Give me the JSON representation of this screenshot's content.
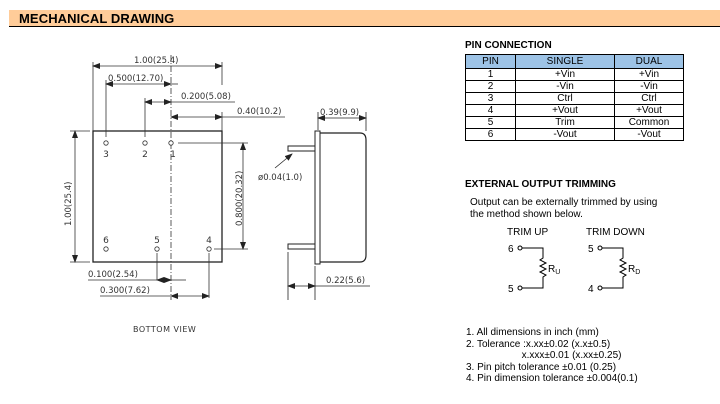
{
  "header": {
    "title": "MECHANICAL DRAWING"
  },
  "drawing": {
    "dims": {
      "width_total": "1.00(25.4)",
      "pin_span_3_1": "0.500(12.70)",
      "pin_span_2_1": "0.200(5.08)",
      "pin1_to_edge": "0.40(10.2)",
      "height_side": "0.39(9.9)",
      "height_total": "1.00(25.4)",
      "pin_row_spacing": "0.800(20.32)",
      "pin_diameter": "ø0.04(1.0)",
      "pin_length": "0.22(5.6)",
      "pin_span_5_center": "0.100(2.54)",
      "pin_span_center_4": "0.300(7.62)"
    },
    "pin_labels": [
      "1",
      "2",
      "3",
      "4",
      "5",
      "6"
    ],
    "view_label": "BOTTOM  VIEW"
  },
  "pin_connection": {
    "title": "PIN CONNECTION",
    "columns": [
      "PIN",
      "SINGLE",
      "DUAL"
    ],
    "rows": [
      [
        "1",
        "+Vin",
        "+Vin"
      ],
      [
        "2",
        "-Vin",
        "-Vin"
      ],
      [
        "3",
        "Ctrl",
        "Ctrl"
      ],
      [
        "4",
        "+Vout",
        "+Vout"
      ],
      [
        "5",
        "Trim",
        "Common"
      ],
      [
        "6",
        "-Vout",
        "-Vout"
      ]
    ],
    "header_color": "#9dc3e6"
  },
  "trimming": {
    "title": "EXTERNAL OUTPUT TRIMMING",
    "description": "Output can be externally trimmed by using the method shown below.",
    "trim_up": {
      "label": "TRIM UP",
      "top_pin": "6",
      "bottom_pin": "5",
      "resistor": "R",
      "resistor_sub": "U"
    },
    "trim_down": {
      "label": "TRIM DOWN",
      "top_pin": "5",
      "bottom_pin": "4",
      "resistor": "R",
      "resistor_sub": "D"
    }
  },
  "notes": [
    "1. All dimensions in inch (mm)",
    "2. Tolerance :x.xx±0.02 (x.x±0.5)",
    "                    x.xxx±0.01 (x.xx±0.25)",
    "3. Pin pitch tolerance ±0.01 (0.25)",
    "4. Pin dimension tolerance ±0.004(0.1)"
  ],
  "colors": {
    "header_bg": "#ffcc99"
  }
}
